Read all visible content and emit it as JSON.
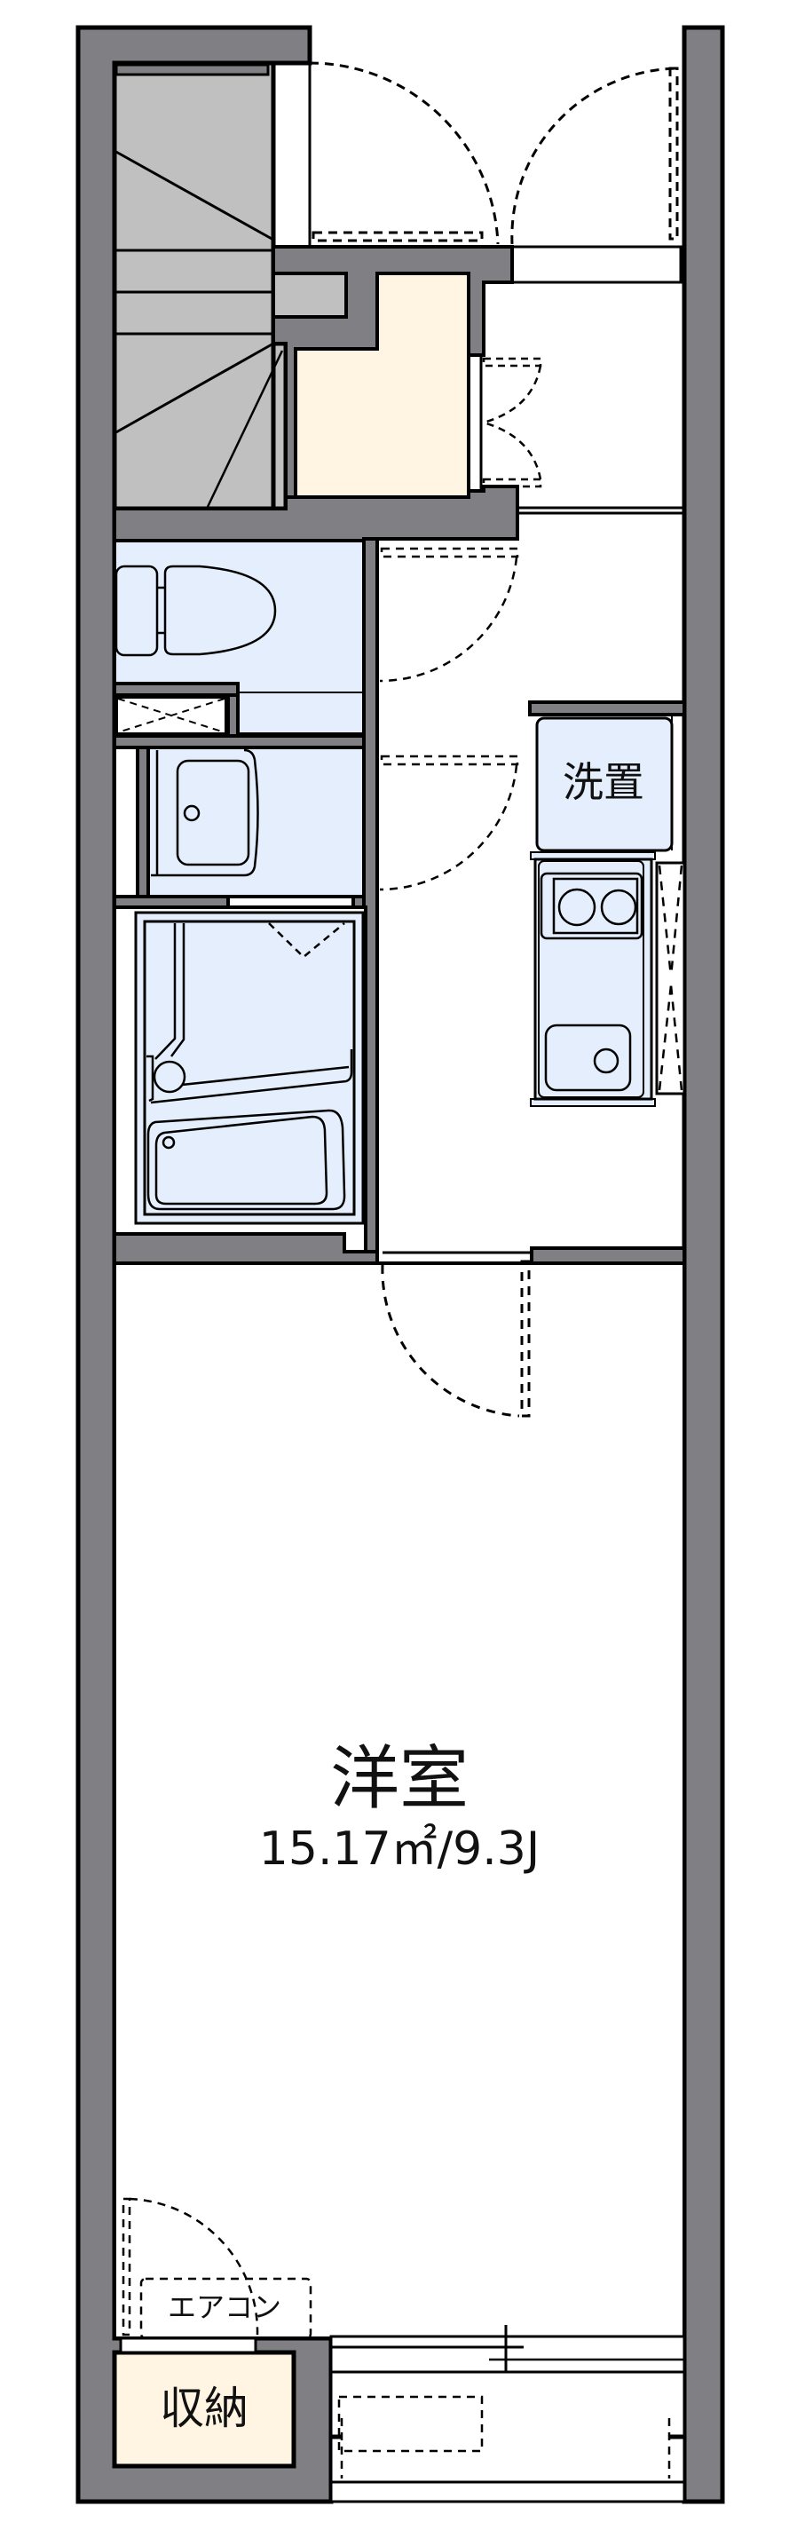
{
  "plan": {
    "colors": {
      "wall": "#807f84",
      "wet_area": "#e4eefc",
      "storage": "#fff5e2",
      "stairs": "#c0c0c0",
      "line": "#000000",
      "floor": "#ffffff"
    },
    "rooms": {
      "western_room": {
        "name": "洋室",
        "area": "15.17㎡/9.3J"
      },
      "laundry": {
        "name": "洗置"
      },
      "storage": {
        "name": "収納"
      },
      "air_conditioner": {
        "name": "エアコン"
      }
    },
    "unlabeled_areas": [
      "stairs",
      "entrance",
      "closet",
      "toilet",
      "pipe-shaft",
      "washroom",
      "bathroom",
      "kitchen",
      "hallway",
      "balcony"
    ]
  }
}
